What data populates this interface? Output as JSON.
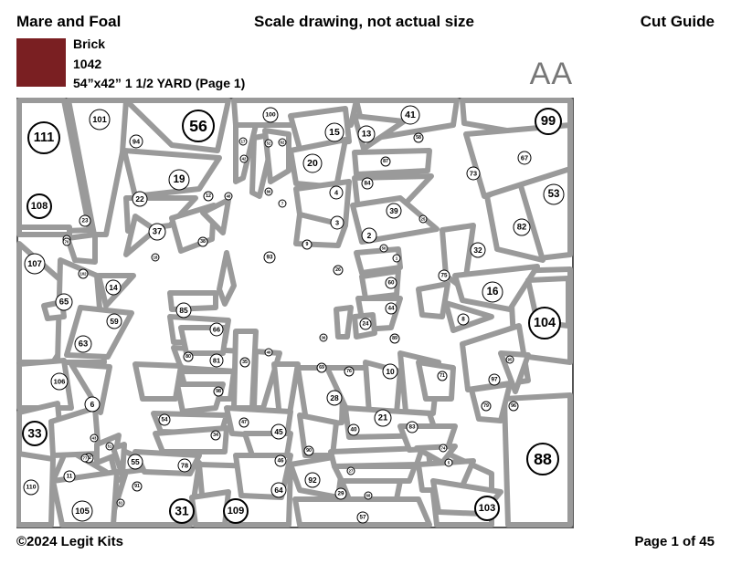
{
  "header": {
    "title": "Mare and Foal",
    "center": "Scale drawing, not actual size",
    "right": "Cut Guide"
  },
  "fabric": {
    "swatch_color": "#7a1f22",
    "name": "Brick",
    "code": "1042",
    "size": "54”x42” 1 1/2 YARD (Page 1)"
  },
  "sheet_id": "AA",
  "colors": {
    "piece_fill": "#9a9a9a",
    "piece_stroke": "#555555",
    "label_fill": "#ffffff",
    "frame": "#555555"
  },
  "piece_labels": [
    "1",
    "2",
    "3",
    "4",
    "5",
    "6",
    "7",
    "8",
    "9",
    "10",
    "11",
    "12",
    "13",
    "14",
    "15",
    "16",
    "17",
    "18",
    "19",
    "20",
    "21",
    "22",
    "23",
    "24",
    "25",
    "26",
    "27",
    "28",
    "29",
    "30",
    "31",
    "32",
    "33",
    "34",
    "35",
    "36",
    "37",
    "38",
    "39",
    "40",
    "41",
    "42",
    "43",
    "44",
    "45",
    "46",
    "47",
    "48",
    "49",
    "50",
    "51",
    "52",
    "53",
    "54",
    "55",
    "56",
    "57",
    "58",
    "59",
    "60",
    "61",
    "62",
    "63",
    "64",
    "65",
    "66",
    "67",
    "68",
    "69",
    "70",
    "71",
    "72",
    "73",
    "74",
    "75",
    "76",
    "77",
    "78",
    "79",
    "80",
    "81",
    "82",
    "83",
    "84",
    "85",
    "86",
    "87",
    "88",
    "89",
    "90",
    "91",
    "92",
    "93",
    "94",
    "95",
    "96",
    "97",
    "98",
    "99",
    "100",
    "101",
    "102",
    "103",
    "104",
    "105",
    "106",
    "107",
    "108",
    "109",
    "110",
    "111"
  ],
  "footer": {
    "copyright": "©2024 Legit Kits",
    "page": "Page 1 of 45"
  }
}
